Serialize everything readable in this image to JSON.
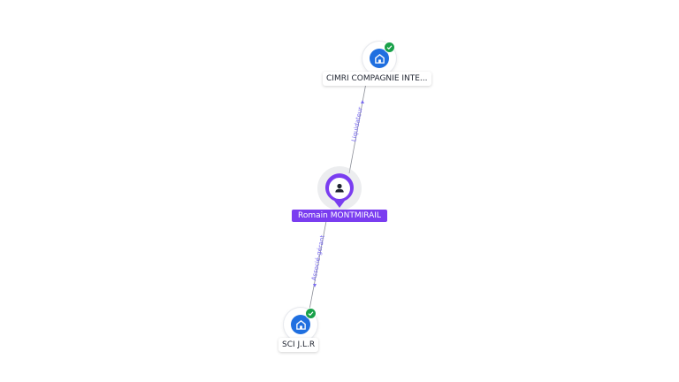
{
  "graph": {
    "person": {
      "name": "Romain MONTMIRAIL",
      "icon": "person-icon",
      "accent_color": "#7a3df0"
    },
    "companies": [
      {
        "id": "cimri",
        "name": "CIMRI COMPAGNIE INTE...",
        "icon": "building-icon",
        "status_icon": "check-icon",
        "status_color": "#19a14a"
      },
      {
        "id": "sci",
        "name": "SCI J.L.R",
        "icon": "building-icon",
        "status_icon": "check-icon",
        "status_color": "#19a14a"
      }
    ],
    "relations": [
      {
        "from": "person",
        "to": "cimri",
        "label": "Liquidateur"
      },
      {
        "from": "person",
        "to": "sci",
        "label": "Associé-gérant"
      }
    ]
  }
}
